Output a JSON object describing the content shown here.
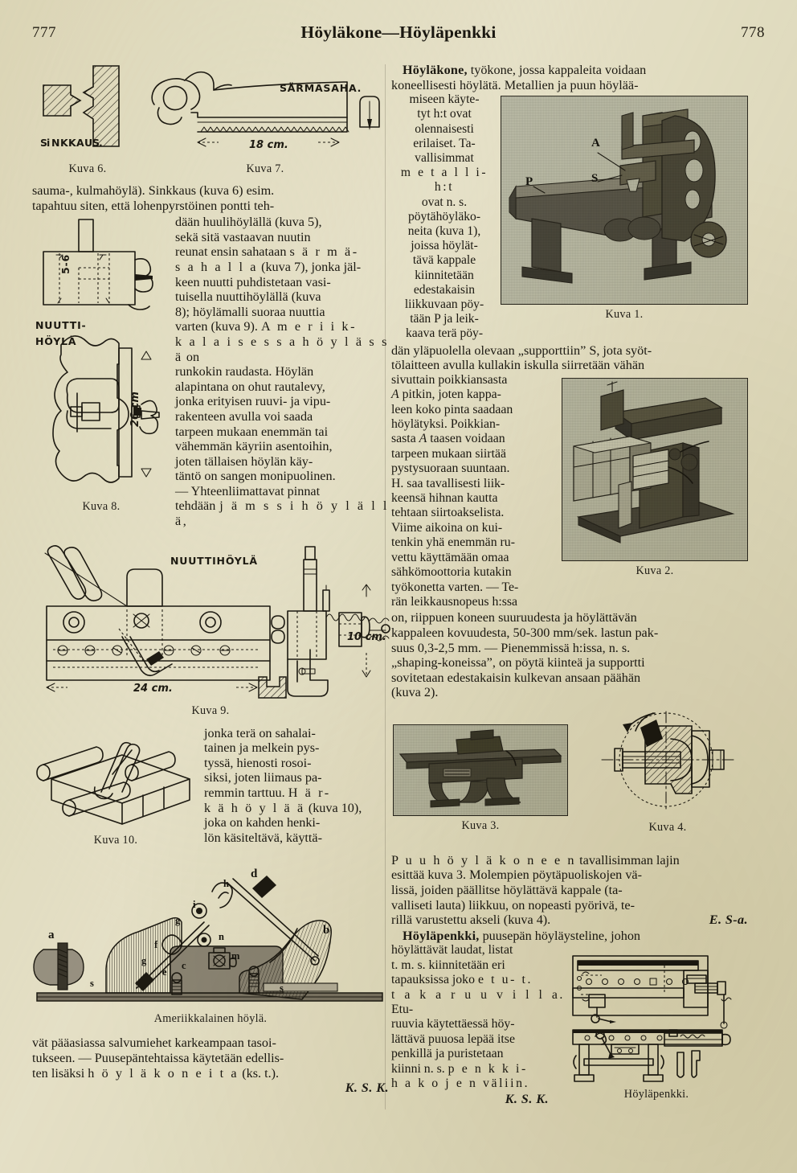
{
  "page": {
    "folio_left": "777",
    "folio_right": "778",
    "running_head": "Höyläkone—Höyläpenkki"
  },
  "left_column": {
    "figures": [
      {
        "id": "kuva6",
        "caption": "Kuva 6.",
        "label": "SiNKKAUS.",
        "desc": "dovetail joint cross-section line drawing"
      },
      {
        "id": "kuva7",
        "caption": "Kuva 7.",
        "label": "SÄRMÄSAHA.",
        "dimension": "18 cm.",
        "desc": "hand saw side view line drawing"
      },
      {
        "id": "kuva8",
        "caption": "Kuva 8.",
        "label_line1": "NUUTTI-",
        "label_line2": "HÖYLÄ",
        "dimension": "26 cm",
        "desc": "plough plane front elevation line drawing"
      },
      {
        "id": "kuva9",
        "caption": "Kuva 9.",
        "label": "NUUTTIHÖYLÄ",
        "dimension_width": "24 cm.",
        "dimension_height": "10 cm.",
        "desc": "plough plane plan and section line drawing"
      },
      {
        "id": "kuva10",
        "caption": "Kuva 10.",
        "desc": "two-man jointer plane perspective drawing"
      },
      {
        "id": "american-plane",
        "caption": "Ameriikkalainen höylä.",
        "part_labels": [
          "a",
          "b",
          "c",
          "d",
          "e",
          "f",
          "g",
          "g",
          "h",
          "i",
          "m",
          "n",
          "s",
          "s"
        ],
        "desc": "American metal bench plane longitudinal section engraving"
      }
    ],
    "paragraphs": [
      "sauma-, kulmahöylä). Sinkkaus (kuva 6) esim. tapahtuu siten, että lohenpyrstöinen pontti teh-",
      "dään huulihöylällä (kuva 5), sekä sitä vastaavan nuutin reunat ensin sahataan",
      "särmäsahalla",
      "(kuva 7), jonka jälkeen nuutti puhdistetaan vasituisella nuuttihöylällä (kuva 8); höylämalli suoraa nuuttia varten (kuva 9).",
      "Ameriikkalaisessa höylässä",
      "on runkokin raudasta. Höylän alapintana on ohut rautalevy, jonka erityisen ruuvi- ja vipurakenteen avulla voi saada tarpeen mukaan enemmän tai vähemmän käyriin asentoihin, joten tällaisen höylän käytäntö on sangen monipuolinen. — Yhteenliimattavat pinnat tehdään",
      "jämssihöylällä,",
      "jonka terä on sahalaitainen ja melkein pystyssä, hienosti rosoisiksi, joten liimaus paremmin tarttuu.",
      "Härkähöylää",
      "(kuva 10), joka on kahden henkilön käsiteltävä, käyttä-",
      "vät pääasiassa salvumiehet karkeampaan tasoitukseen. — Puusepäntehtaissa käytetään edellisten lisäksi",
      "höyläkoneita",
      "(ks. t.).",
      "K. S. K."
    ],
    "text_blocks": {
      "b1_a": "sauma-, kulmahöylä). Sinkkaus (kuva 6) esim.",
      "b1_b": "tapahtuu siten, että lohenpyrstöinen pontti teh-",
      "b2_l1": "dään huulihöylällä (kuva 5),",
      "b2_l2": "sekä sitä vastaavan nuutin",
      "b2_l3a": "reunat ensin sahataan",
      "b2_l3b": "s ä r m ä-",
      "b2_l4a": "s a h a l l a",
      "b2_l4b": "(kuva 7), jonka jäl-",
      "b2_l5": "keen nuutti puhdistetaan vasi-",
      "b2_l6": "tuisella nuuttihöylällä (kuva",
      "b2_l7": "8); höylämalli suoraa nuuttia",
      "b2_l8a": "varten (kuva 9).",
      "b2_l8b": "A m e r i i k-",
      "b2_l9a": "k a l a i s e s s a  h ö y l ä s s ä",
      "b2_l9b": "on",
      "b2_l10": "runkokin raudasta. Höylän",
      "b2_l11": "alapintana on ohut rautalevy,",
      "b2_l12": "jonka erityisen ruuvi- ja vipu-",
      "b2_l13": "rakenteen avulla voi saada",
      "b2_l14": "tarpeen mukaan enemmän tai",
      "b2_l15": "vähemmän käyriin asentoihin,",
      "b2_l16": "joten tällaisen höylän käy-",
      "b2_l17": "täntö on sangen monipuolinen.",
      "b2_l18": "— Yhteenliimattavat pinnat",
      "b2_l19a": "tehdään",
      "b2_l19b": "j ä m s s i h ö y l ä l l ä,",
      "b3_l1": "jonka terä on sahalai-",
      "b3_l2": "tainen ja melkein pys-",
      "b3_l3": "tyssä, hienosti rosoi-",
      "b3_l4": "siksi, joten liimaus pa-",
      "b3_l5a": "remmin tarttuu.",
      "b3_l5b": "H ä r-",
      "b3_l6a": "k ä h ö y l ä ä",
      "b3_l6b": "(kuva 10),",
      "b3_l7": "joka on kahden henki-",
      "b3_l8": "lön käsiteltävä, käyttä-",
      "b4_l1": "vät pääasiassa salvumiehet karkeampaan tasoi-",
      "b4_l2": "tukseen. — Puusepäntehtaissa käytetään edellis-",
      "b4_l3a": "ten lisäksi",
      "b4_l3b": "h ö y l ä k o n e i t a",
      "b4_l3c": "(ks. t.).",
      "b4_sig": "K. S. K."
    }
  },
  "right_column": {
    "figures": [
      {
        "id": "kuva1",
        "caption": "Kuva 1.",
        "part_labels": [
          "A",
          "S",
          "P"
        ],
        "desc": "metal shaper / table planing machine photograph"
      },
      {
        "id": "kuva2",
        "caption": "Kuva 2.",
        "desc": "shaping machine photograph"
      },
      {
        "id": "kuva3",
        "caption": "Kuva 3.",
        "desc": "wood thicknesser / surface planer photograph"
      },
      {
        "id": "kuva4",
        "caption": "Kuva 4.",
        "desc": "cutter head cross-section line drawing"
      },
      {
        "id": "hoylapenkki",
        "caption": "Höyläpenkki.",
        "desc": "joiner's workbench plan and elevation line drawing"
      }
    ],
    "text_blocks": {
      "h1_entry": "Höyläkone,",
      "h1_l1": " työkone, jossa kappaleita voidaan",
      "h1_l2": "koneellisesti höylätä. Metallien ja puun höylää-",
      "n1_l1": "miseen   käyte-",
      "n1_l2": "tyt   h:t   ovat",
      "n1_l3": "olennaisesti",
      "n1_l4": "erilaiset.   Ta-",
      "n1_l5": "vallisimmat",
      "n1_l6": "m e t a l l i-h:t",
      "n1_l7": "ovat    n.    s.",
      "n1_l8": "pöytähöyläko-",
      "n1_l9": "neita (kuva 1),",
      "n1_l10": "joissa   höylät-",
      "n1_l11": "tävä    kappale",
      "n1_l12": "kiinnitetään",
      "n1_l13": "edestakaisin",
      "n1_l14": "liikkuvaan pöy-",
      "n1_l15": "tään P ja leik-",
      "n1_l16": "kaava terä pöy-",
      "w1_l1": "dän yläpuolella olevaan „supporttiin” S, jota syöt-",
      "w1_l2": "tölaitteen avulla kullakin iskulla siirretään vähän",
      "n2_l1": "sivuttain  poikkiansasta",
      "n2_l2a": "A",
      "n2_l2b": " pitkin, joten kappa-",
      "n2_l3": "leen koko pinta saadaan",
      "n2_l4": "höylätyksi.   Poikkian-",
      "n2_l5a": "sasta",
      "n2_l5b": "A",
      "n2_l5c": "taasen  voidaan",
      "n2_l6": "tarpeen mukaan siirtää",
      "n2_l7": "pystysuoraan  suuntaan.",
      "n2_l8": "H.  saa tavallisesti liik-",
      "n2_l9": "keensä   hihnan   kautta",
      "n2_l10": "tehtaan    siirtoakselista.",
      "n2_l11": "Viime  aikoina  on  kui-",
      "n2_l12": "tenkin yhä enemmän ru-",
      "n2_l13": "vettu  käyttämään  omaa",
      "n2_l14": "sähkömoottoria  kutakin",
      "n2_l15": "työkonetta varten. — Te-",
      "n2_l16": "rän leikkausnopeus h:ssa",
      "w2_l1": "on, riippuen koneen suuruudesta ja höylättävän",
      "w2_l2": "kappaleen kovuudesta, 50-300 mm/sek. lastun pak-",
      "w2_l3": "suus 0,3-2,5 mm. — Pienemmissä h:issa, n. s.",
      "w2_l4": "„shaping-koneissa”, on pöytä kiinteä ja supportti",
      "w2_l5": "sovitetaan edestakaisin kulkevan ansaan päähän",
      "w2_l6": "(kuva 2).",
      "w3_l1a": "P u u h ö y l ä k o n e e n",
      "w3_l1b": "tavallisimman      lajin",
      "w3_l2": "esittää kuva 3. Molempien pöytäpuoliskojen vä-",
      "w3_l3": "lissä, joiden päällitse höylättävä kappale (ta-",
      "w3_l4": "valliseti lauta) liikkuu, on nopeasti pyörivä, te-",
      "w3_l5a": "rillä varustettu akseli (kuva 4).",
      "w3_l5b": "E. S-a.",
      "h2_entry": "Höyläpenkki,",
      "h2_l1": " puusepän höyläysteline, johon",
      "n3_l1": "höylättävät laudat, listat",
      "n3_l2": "t. m. s. kiinnitetään eri",
      "n3_l3a": "tapauksissa joko",
      "n3_l3b": "e t u- t.",
      "n3_l4a": "t a k a r u u v i l l a.",
      "n3_l4b": "Etu-",
      "n3_l5": "ruuvia käytettäessä höy-",
      "n3_l6": "lättävä puuosa lepää itse",
      "n3_l7": "penkillä   ja   puristetaan",
      "n3_l8a": "kiinni  n.  s.",
      "n3_l8b": "p e n k k i-",
      "n3_l9": "h a k o j e n  väliin.",
      "n3_sig": "K. S. K."
    }
  },
  "colors": {
    "paper": "#e9e5cf",
    "ink": "#1d1a12",
    "halftone": "#bfc0ae",
    "rule": "#3c3728"
  }
}
